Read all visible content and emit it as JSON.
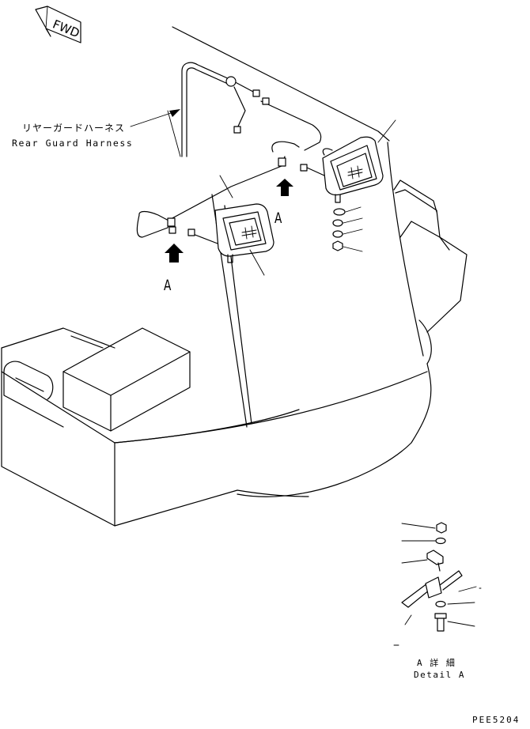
{
  "fwd_label": "FWD",
  "harness": {
    "label_jp": "リヤーガードハーネス",
    "label_en": "Rear Guard Harness"
  },
  "arrow_label": "A",
  "detail": {
    "title_jp": "A 詳 細",
    "title_en": "Detail A"
  },
  "drawing_code": "PEE5204"
}
